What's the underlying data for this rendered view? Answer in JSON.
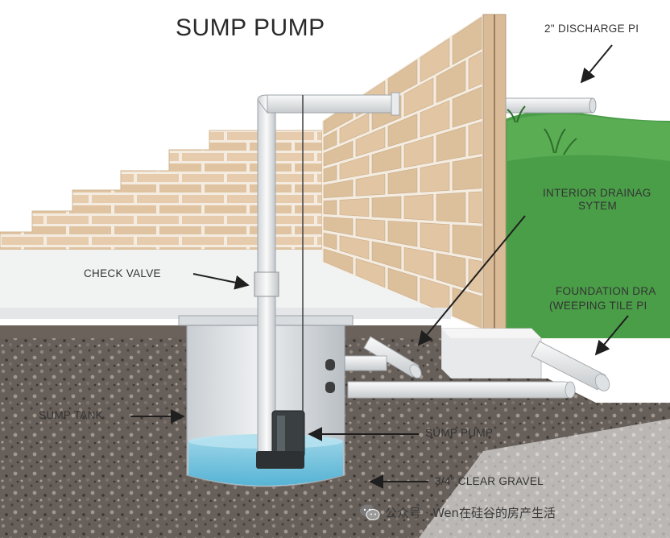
{
  "diagram": {
    "title": "SUMP PUMP",
    "labels": {
      "discharge_pipe": "2\" DISCHARGE PI",
      "interior_drainage_line1": "INTERIOR DRAINAG",
      "interior_drainage_line2": "SYTEM",
      "check_valve": "CHECK VALVE",
      "foundation_drain_line1": "FOUNDATION DRA",
      "foundation_drain_line2": "(WEEPING TILE PI",
      "sump_tank": "SUMP TANK",
      "sump_pump": "SUMP PUMP",
      "gravel": "3/4\" CLEAR GRAVEL"
    },
    "colors": {
      "brick": "#e2c8a8",
      "mortar": "#f4ece0",
      "soil": "#5f5750",
      "water": "#6ec3df",
      "grass": "#4a9e48",
      "pipe": "#f2f2f2"
    }
  },
  "watermark": {
    "icon": "wechat-icon",
    "text": "公众号 · Wen在硅谷的房产生活"
  }
}
